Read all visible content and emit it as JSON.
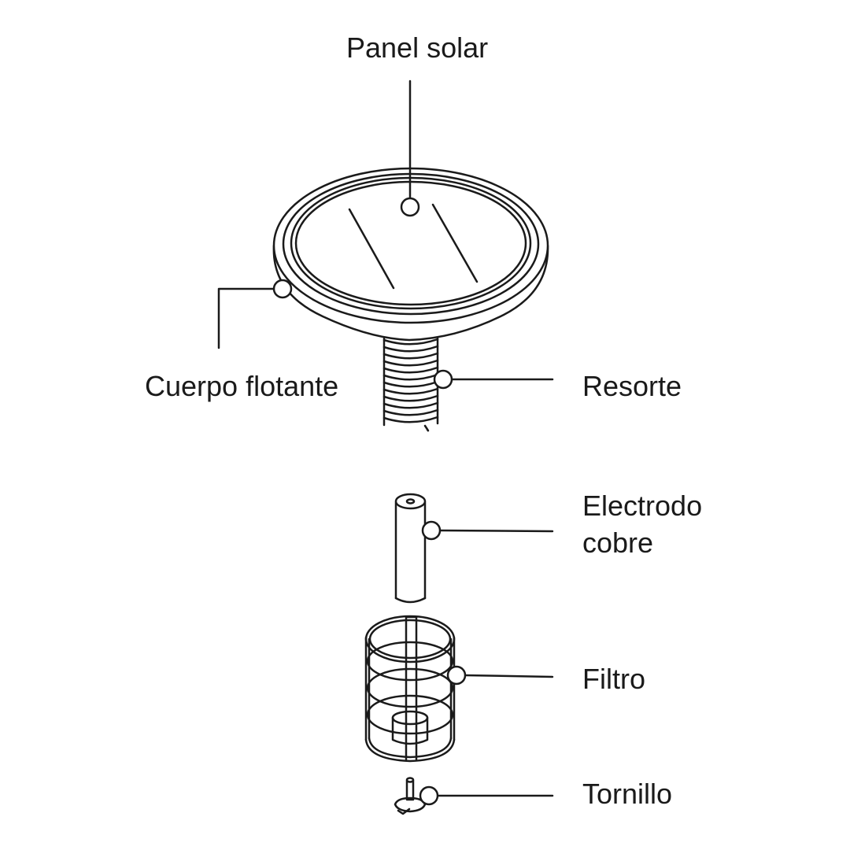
{
  "labels": {
    "panel_solar": "Panel solar",
    "cuerpo_flotante": "Cuerpo flotante",
    "resorte": "Resorte",
    "electrodo_line1": "Electrodo",
    "electrodo_line2": "cobre",
    "filtro": "Filtro",
    "tornillo": "Tornillo"
  },
  "colors": {
    "stroke": "#1a1a1a",
    "background": "#ffffff"
  }
}
